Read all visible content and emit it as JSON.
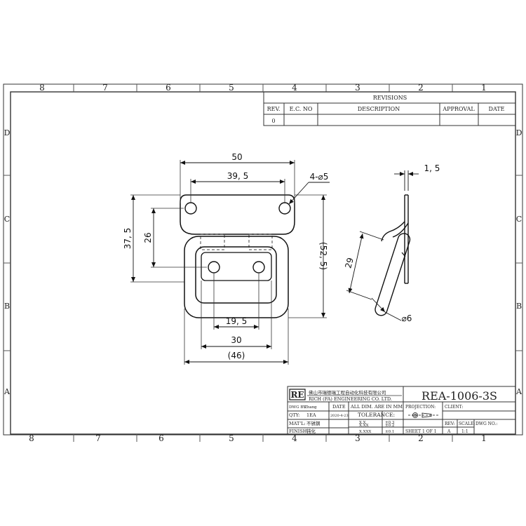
{
  "border": {
    "top_cols": [
      "8",
      "7",
      "6",
      "5",
      "4",
      "3",
      "2",
      "1"
    ],
    "bottom_cols": [
      "8",
      "7",
      "6",
      "5",
      "4",
      "3",
      "2",
      "1"
    ],
    "left_rows": [
      "D",
      "C",
      "B",
      "A"
    ],
    "right_rows": [
      "D",
      "C",
      "B",
      "A"
    ]
  },
  "revisions": {
    "title": "REVISIONS",
    "headers": {
      "rev": "REV.",
      "ec_no": "E.C. NO",
      "description": "DESCRIPTION",
      "approval": "APPROVAL",
      "date": "DATE"
    },
    "row": {
      "rev": "0",
      "ec_no": "",
      "description": "",
      "approval": "",
      "date": ""
    }
  },
  "front_view": {
    "dim_width_top": "50",
    "dim_hole_spacing_top": "39, 5",
    "dim_holes_callout": "4-⌀5",
    "dim_height_outer": "37, 5",
    "dim_height_inner": "26",
    "dim_height_overall": "(52, 5)",
    "dim_hole_spacing_bottom": "19, 5",
    "dim_ring_inner": "30",
    "dim_ring_outer": "(46)"
  },
  "side_view": {
    "dim_thickness": "1, 5",
    "dim_length": "29",
    "dim_diameter": "⌀6"
  },
  "title_block": {
    "logo": "RE",
    "company_cn": "佛山市瑞德瑞工程自动化科技有限公司",
    "company_en": "RICH (FA) ENGINEERING CO. LTD.",
    "drawing_no": "REA-1006-3S",
    "dwg_by_label": "DWG BY:",
    "dwg_by": "Zhang",
    "date_label": "DATE",
    "date": "2020-4-23",
    "units_note": "ALL DIM. ARE IN MM",
    "tolerance_label": "TOLERANCE:",
    "tolerances": [
      {
        "format": "X.X",
        "value": "±0.3"
      },
      {
        "format": "X.XX",
        "value": "±0.2"
      },
      {
        "format": "X.XXX",
        "value": "±0.1"
      }
    ],
    "qty_label": "QTY:",
    "qty": "1EA",
    "matl_label": "MAT'L:",
    "matl": "不锈钢",
    "finish_label": "FINISH:",
    "finish": "钝化",
    "projection_label": "PROJECTION:",
    "client_label": "CLIENT:",
    "sheet": "SHEET 1 OF 1",
    "rev_label": "REV:",
    "rev": "A",
    "scale_label": "SCALE:",
    "scale": "1:1",
    "dwg_no_label": "DWG NO.:"
  }
}
